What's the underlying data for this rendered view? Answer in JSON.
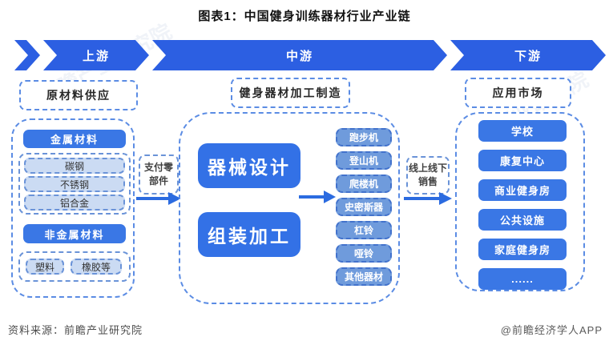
{
  "title": "图表1：中国健身训练器材行业产业链",
  "banner": {
    "segments": [
      {
        "label": "上游"
      },
      {
        "label": "中游"
      },
      {
        "label": "下游"
      }
    ]
  },
  "upstream": {
    "header": "原材料供应",
    "groups": [
      {
        "title": "金属材料",
        "items": [
          "碳钢",
          "不锈钢",
          "铝合金"
        ]
      },
      {
        "title": "非金属材料",
        "items": [
          "塑料",
          "橡胶等"
        ]
      }
    ]
  },
  "connectors": {
    "left": "支付零部件",
    "right": "线上线下销售"
  },
  "midstream": {
    "header": "健身器材加工制造",
    "processes": [
      "器械设计",
      "组装加工"
    ],
    "products": [
      "跑步机",
      "登山机",
      "爬楼机",
      "史密斯器",
      "杠铃",
      "哑铃",
      "其他器材"
    ]
  },
  "downstream": {
    "header": "应用市场",
    "markets": [
      "学校",
      "康复中心",
      "商业健身房",
      "公共设施",
      "家庭健身房",
      "......"
    ]
  },
  "footer": {
    "source": "资料来源：前瞻产业研究院",
    "credit": "@前瞻经济学人APP"
  },
  "watermark": "前瞻产业研究院",
  "colors": {
    "banner_blue": "#2c5fe2",
    "solid_blue": "#3a77e5",
    "product_blue": "#6f9bdc",
    "light_blue": "#cbdbf3",
    "dash_border": "#5b8ce4",
    "arrow_blue": "#2b6be0"
  }
}
